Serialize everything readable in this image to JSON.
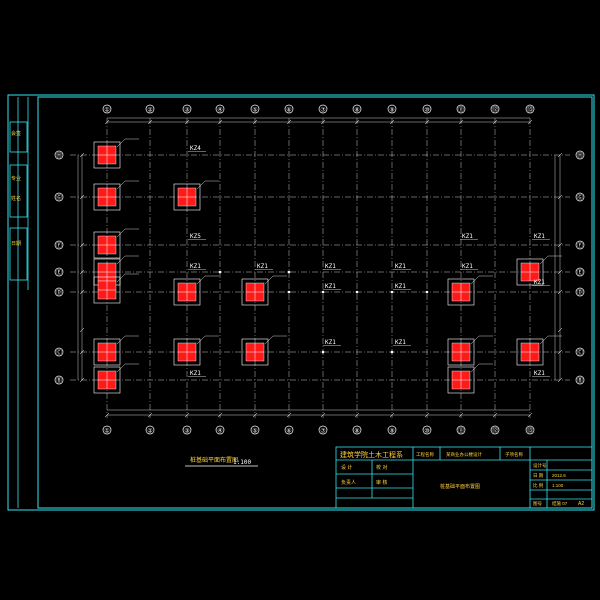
{
  "colors": {
    "background": "#000000",
    "frame": "#31e7ef",
    "grid_line": "#c9c9c9",
    "column": "#ff1a1a",
    "pile": "#ffffff",
    "label_green": "#31ef52",
    "label_yellow": "#ffd23c",
    "text_white": "#ffffff"
  },
  "grid": {
    "columns": [
      "①",
      "②",
      "③",
      "④",
      "⑤",
      "⑥",
      "⑦",
      "⑧",
      "⑨",
      "⑩",
      "⑪",
      "⑫",
      "⑬"
    ],
    "rows": [
      "Ⓗ",
      "Ⓖ",
      "Ⓕ",
      "Ⓔ",
      "Ⓓ",
      "Ⓒ",
      "Ⓑ",
      "Ⓐ"
    ]
  },
  "column_labels": [
    "KZ4",
    "KZ5",
    "KZ1",
    "KZ1",
    "KZ1",
    "KZ1",
    "KZ1",
    "KZ1",
    "KZ1",
    "KZ1",
    "KZ1",
    "KZ1",
    "KZ1",
    "KZ1",
    "KZ1",
    "KZ1"
  ],
  "drawing_title": "桩基础平面布置图",
  "scale": "1:100",
  "title_block": {
    "institution": "建筑学院土木工程系",
    "project_label": "工程名称",
    "project_name": "某商业办公楼设计",
    "drawing_no_label": "子项名称",
    "sheet_title": "桩基础平面布置图",
    "row_labels": [
      "设 计",
      "校 对",
      "审 核",
      "负责人"
    ],
    "right_rows": [
      "设计号",
      "日 期",
      "比 例",
      "图号"
    ],
    "right_vals": [
      "",
      "2012.6",
      "1:100",
      "结施 07"
    ],
    "sheet_no": "A2"
  },
  "left_strip": [
    "会签",
    "专业",
    "姓名",
    "日期"
  ]
}
